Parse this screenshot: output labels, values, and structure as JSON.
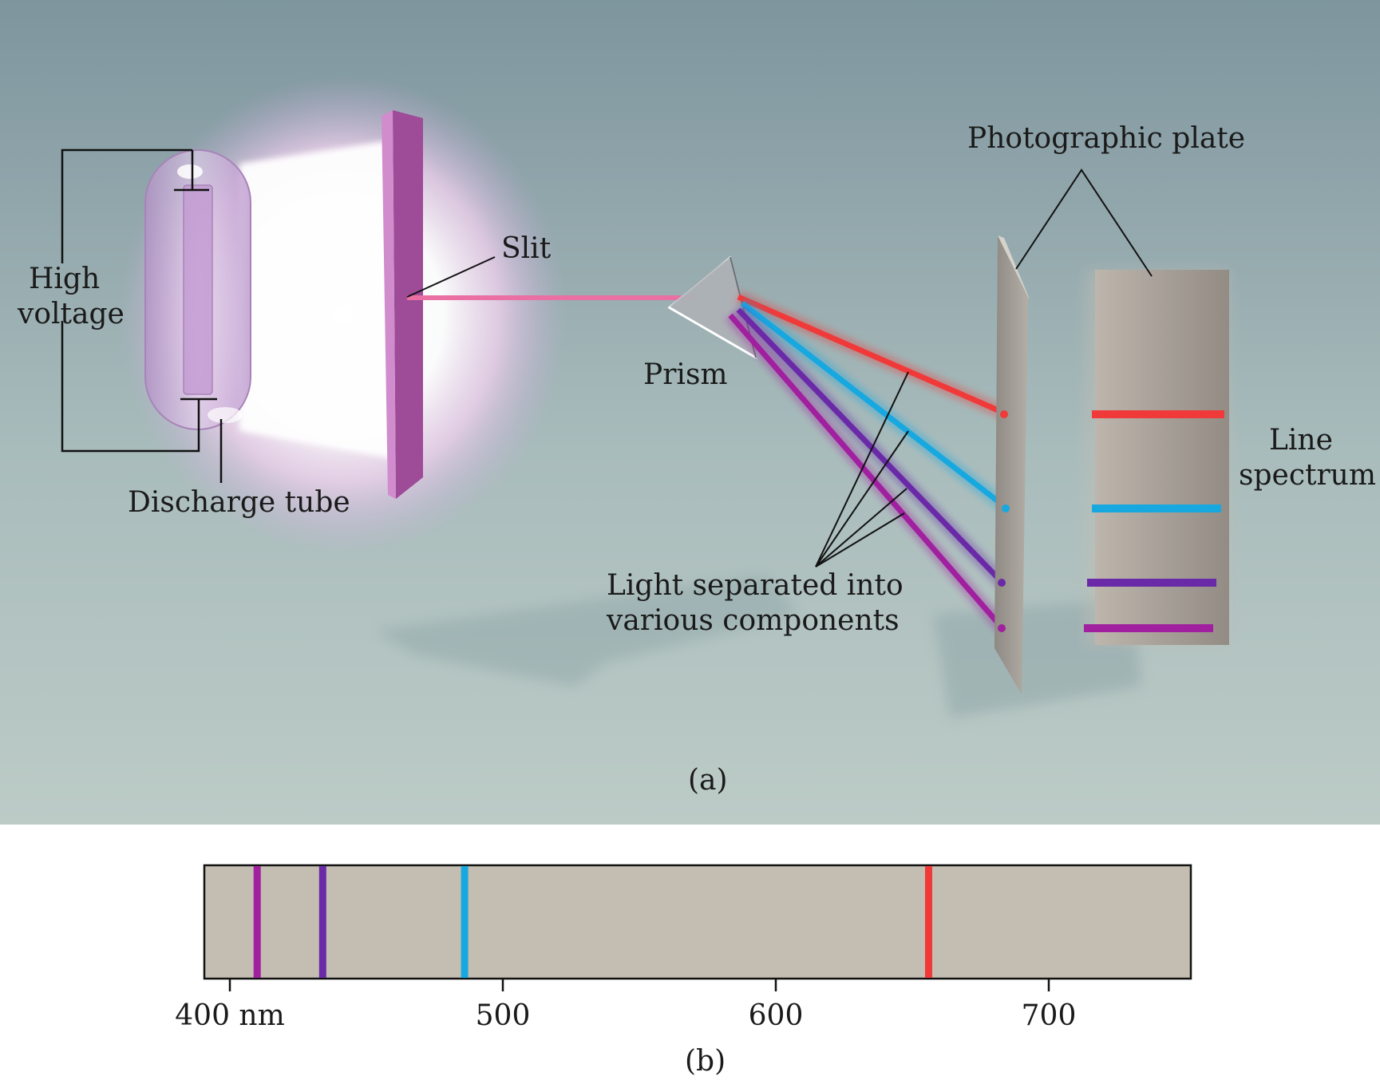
{
  "labels": {
    "high": "High",
    "voltage": "voltage",
    "discharge_tube": "Discharge tube",
    "slit": "Slit",
    "prism": "Prism",
    "photographic_plate": "Photographic plate",
    "line": "Line",
    "spectrum": "spectrum",
    "light_line1": "Light separated into",
    "light_line2": "various components",
    "caption_a": "(a)",
    "caption_b": "(b)"
  },
  "spectrum_lines": [
    {
      "nm": 410,
      "color": "#a020a0"
    },
    {
      "nm": 434,
      "color": "#6a2aa8"
    },
    {
      "nm": 486,
      "color": "#18a8e0"
    },
    {
      "nm": 656,
      "color": "#f03a3a"
    }
  ],
  "axis": {
    "ticks": [
      {
        "value": 400,
        "label": "400 nm"
      },
      {
        "value": 500,
        "label": "500"
      },
      {
        "value": 600,
        "label": "600"
      },
      {
        "value": 700,
        "label": "700"
      }
    ]
  },
  "colors": {
    "red": "#f03a3a",
    "cyan": "#18a8e0",
    "violet": "#6a2aa8",
    "magenta": "#a020a0",
    "panel_a_top": "#7e959e",
    "panel_a_bottom": "#bccbc6",
    "spectrum_strip": "#c4bdb1"
  }
}
